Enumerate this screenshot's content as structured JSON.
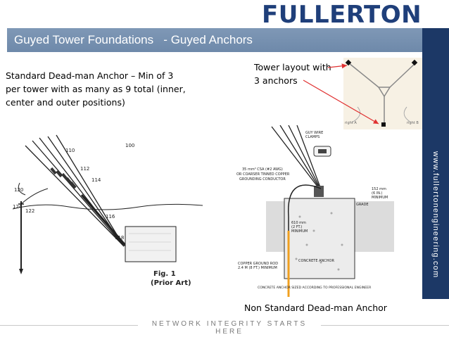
{
  "brand": {
    "logo_text": "FULLERTON",
    "website": "www.fullertonengineering.com"
  },
  "title": "Guyed Tower Foundations   - Guyed Anchors",
  "texts": {
    "standard_anchor": [
      "Standard Dead-man Anchor – Min of 3",
      "per tower  with as many as 9 total (inner,",
      "center and outer positions)"
    ],
    "tower_layout": [
      "Tower layout with",
      "3 anchors"
    ],
    "non_standard": "Non Standard  Dead-man Anchor"
  },
  "fig1": {
    "labels": [
      "110",
      "100",
      "112",
      "114",
      "120",
      "124",
      "122",
      "116",
      "118"
    ],
    "caption": "Fig. 1",
    "caption2": "(Prior Art)"
  },
  "fig2": {
    "labels": [
      "GUY WIRE",
      "CLAMPS",
      "35 mm² CSA (#2 AWG)",
      "OR COARSER TINNED COPPER",
      "GROUNDING CONDUCTOR",
      "152 mm",
      "(6 IN.)",
      "MINIMUM",
      "GRADE",
      "610 mm",
      "(2 FT.)",
      "MINIMUM",
      "COPPER GROUND ROD",
      "2.4 M (8 FT.) MINIMUM",
      "CONCRETE ANCHOR",
      "CONCRETE ANCHOR SIZED ACCORDING TO PROFESSIONAL ENGINEER"
    ]
  },
  "layout_diagram": {
    "labels": [
      "right A",
      "right B"
    ]
  },
  "footer": "NETWORK INTEGRITY STARTS HERE",
  "colors": {
    "brand": "#1f3f7a",
    "title_bar": "#7290b2",
    "side_bar": "#1c3866",
    "arrow": "#e03030",
    "ground_rod": "#f0a020"
  }
}
